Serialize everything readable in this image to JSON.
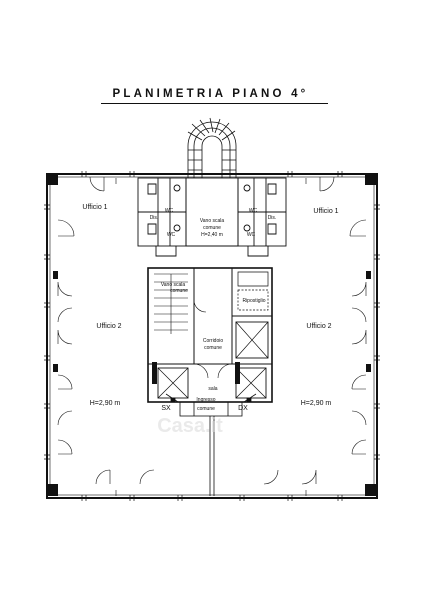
{
  "title": "PLANIMETRIA PIANO 4°",
  "rooms": {
    "ufficio1_left": "Ufficio 1",
    "ufficio1_right": "Ufficio 1",
    "ufficio2_left": "Ufficio 2",
    "ufficio2_right": "Ufficio 2",
    "height_left": "H=2,90 m",
    "height_right": "H=2,90 m",
    "dis_left": "Dis.",
    "dis_right": "Dis.",
    "wc_a": "WC",
    "wc_b": "WC",
    "wc_c": "WC",
    "wc_d": "WC",
    "vano_scala_top_1": "Vano scala",
    "vano_scala_top_2": "comune",
    "vano_scala_top_3": "H=2,40 m",
    "vano_scala_mid_1": "Vano scala",
    "vano_scala_mid_2": "comune",
    "ripostiglio": "Ripostiglio",
    "corridoio_1": "Corridoio",
    "corridoio_2": "comune",
    "ingresso_1": "Ingresso",
    "ingresso_2": "comune",
    "sx": "SX",
    "dx": "DX",
    "sala": "sala"
  },
  "watermark": "Casa.it"
}
